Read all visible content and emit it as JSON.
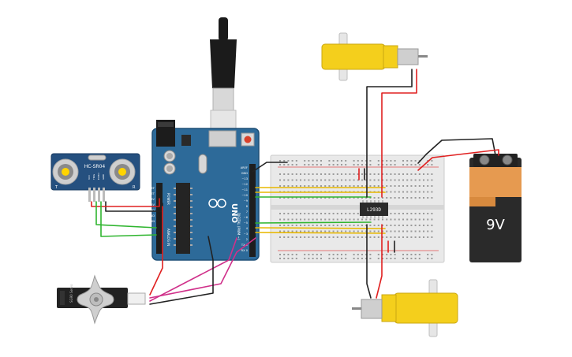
{
  "components": {
    "arduino": {
      "brand": "UNO",
      "header_left": [
        "IOREF",
        "RESET",
        "3.3V",
        "5V",
        "GND",
        "GND",
        "VIN"
      ],
      "header_right": [
        "AREF",
        "GND",
        "~13",
        "~12",
        "~11",
        "~10",
        "~9",
        "8",
        "7",
        "~6",
        "~5",
        "4",
        "~3",
        "2",
        "TX 1",
        "RX 0"
      ],
      "power_label": "POWER",
      "analog_label": "ANALOG IN",
      "digital_label": "DIGITAL (PWM ~)"
    },
    "ultrasonic": {
      "model": "HC-SR04",
      "pins": [
        "VCC",
        "TRIG",
        "ECHO",
        "GND"
      ],
      "side_t": "T",
      "side_r": "R"
    },
    "driver_ic": {
      "label": "L293D"
    },
    "battery": {
      "label": "9V",
      "colors": {
        "body": "#2a2a2a",
        "cap": "#e69a50",
        "terminal": "#222222"
      }
    },
    "servo": {
      "label": "SG90 Servo"
    }
  },
  "wire_colors": {
    "red": "#e02020",
    "black": "#222222",
    "green": "#2fb52f",
    "yellow": "#e8b800",
    "magenta": "#d0308a"
  }
}
